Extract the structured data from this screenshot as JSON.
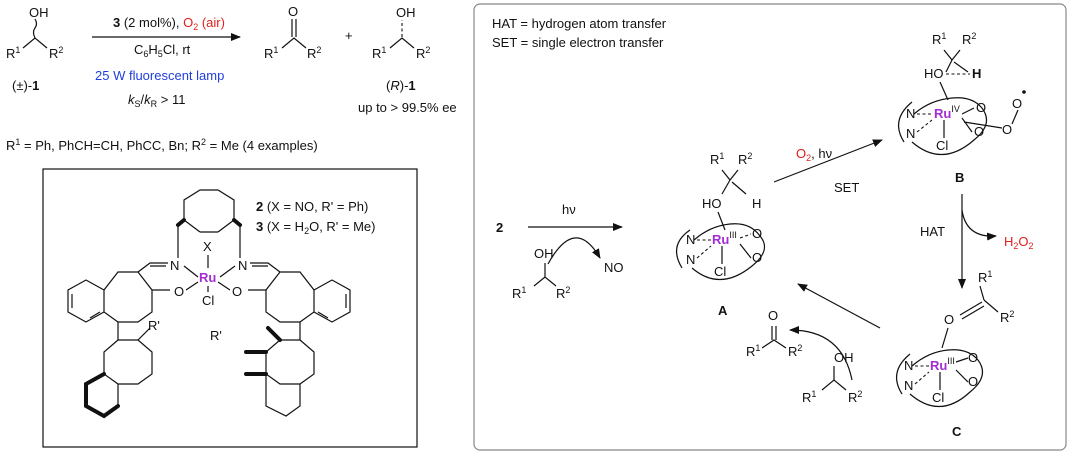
{
  "reaction": {
    "substrate_oh": "OH",
    "substrate_r1": "R1",
    "substrate_r2": "R2",
    "substrate_label": "(±)-1",
    "catalyst_num": "3",
    "catalyst_loading": "(2 mol%),",
    "oxidant": "O2 (air)",
    "solvent": "C6H5Cl, rt",
    "lamp": "25 W fluorescent lamp",
    "selectivity": "kS/kR > 11",
    "plus": "+",
    "product_o": "O",
    "product_oh": "OH",
    "product_label": "(R)-1",
    "ee": "up to > 99.5% ee",
    "scope": "R1 = Ph, PhCH=CH, PhCC, Bn; R2 = Me (4 examples)"
  },
  "catalyst": {
    "line2": "2 (X = NO, R' = Ph)",
    "line3": "3 (X = H2O, R' = Me)",
    "metal": "Ru",
    "x": "X",
    "cl": "Cl",
    "n": "N",
    "o": "O",
    "r_prime": "R'"
  },
  "mechanism": {
    "legend_hat": "HAT = hydrogen atom transfer",
    "legend_set": "SET = single electron transfer",
    "start": "2",
    "hv": "hν",
    "no": "NO",
    "o2_hv": "O2, hν",
    "set": "SET",
    "hat": "HAT",
    "h2o2": "H2O2",
    "label_a": "A",
    "label_b": "B",
    "label_c": "C",
    "ru_iii": "III",
    "ru_iv": "IV",
    "metal": "Ru",
    "cl": "Cl",
    "n": "N",
    "o": "O",
    "h": "H",
    "ho": "HO",
    "oh": "OH",
    "r1": "R1",
    "r2": "R2"
  },
  "colors": {
    "ruthenium": "#a42bd6",
    "lamp_text": "#1f3fdc",
    "oxygen_red": "#e0201b"
  }
}
